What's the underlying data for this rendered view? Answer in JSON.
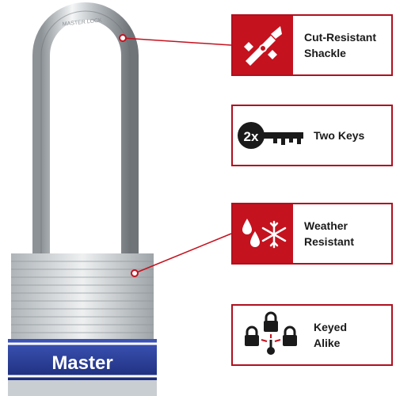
{
  "product": {
    "brand_text": "Master",
    "shackle_text": "MASTER LOCK",
    "colors": {
      "accent_red": "#c4121f",
      "body_silver": "#d9dde0",
      "band_blue": "#2a3f9e"
    }
  },
  "features": [
    {
      "line1": "Cut-Resistant",
      "line2": "Shackle",
      "icon": "bolt-cutter-icon"
    },
    {
      "line1": "Two Keys",
      "line2": "",
      "icon": "two-keys-icon",
      "badge": "2x"
    },
    {
      "line1": "Weather",
      "line2": "Resistant",
      "icon": "weather-icon"
    },
    {
      "line1": "Keyed",
      "line2": "Alike",
      "icon": "keyed-alike-icon"
    }
  ]
}
